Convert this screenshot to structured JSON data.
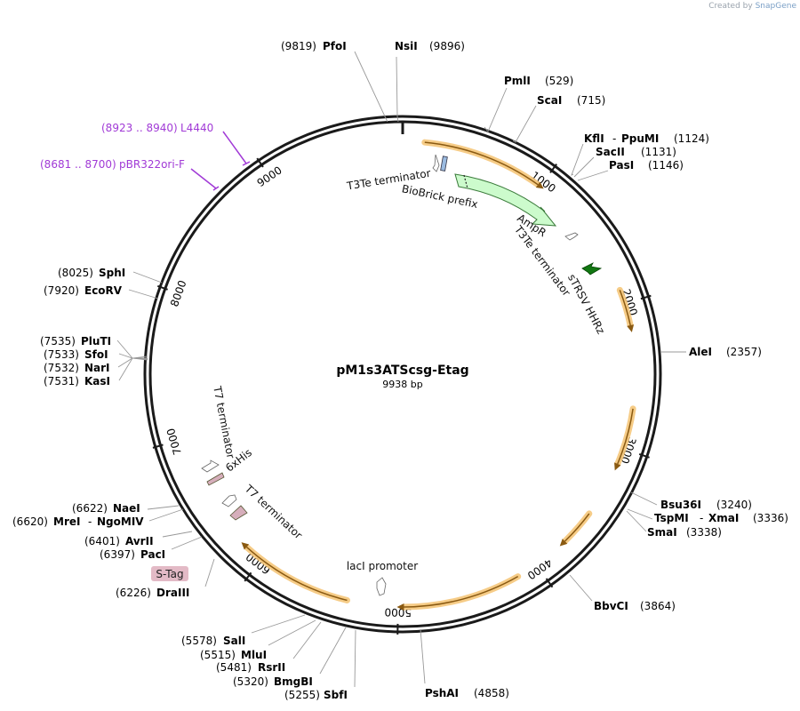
{
  "watermark": {
    "prefix": "Created by",
    "brand": "SnapGene"
  },
  "plasmid": {
    "name": "pM1s3ATScsg-Etag",
    "size_label": "9938 bp",
    "length": 9938
  },
  "ticks": [
    {
      "pos": 1000,
      "label": "1000"
    },
    {
      "pos": 2000,
      "label": "2000"
    },
    {
      "pos": 3000,
      "label": "3000"
    },
    {
      "pos": 4000,
      "label": "4000"
    },
    {
      "pos": 5000,
      "label": "5000"
    },
    {
      "pos": 6000,
      "label": "6000"
    },
    {
      "pos": 7000,
      "label": "7000"
    },
    {
      "pos": 8000,
      "label": "8000"
    },
    {
      "pos": 9000,
      "label": "9000"
    }
  ],
  "orfs": [
    {
      "start": 150,
      "end": 980
    },
    {
      "start": 1900,
      "end": 2150
    },
    {
      "start": 2720,
      "end": 3110
    },
    {
      "start": 3500,
      "end": 3750
    },
    {
      "start": 4150,
      "end": 4960
    },
    {
      "start": 5350,
      "end": 6130
    }
  ],
  "enzymes": [
    {
      "name": "PfoI",
      "num": "(9819)"
    },
    {
      "name": "NsiI",
      "num": "(9896)"
    },
    {
      "name": "PmlI",
      "num": "(529)"
    },
    {
      "name": "ScaI",
      "num": "(715)"
    },
    {
      "name": "KflI",
      "name2": "PpuMI",
      "num": "(1124)"
    },
    {
      "name": "SacII",
      "num": "(1131)"
    },
    {
      "name": "PasI",
      "num": "(1146)"
    },
    {
      "name": "AleI",
      "num": "(2357)"
    },
    {
      "name": "Bsu36I",
      "num": "(3240)"
    },
    {
      "name": "TspMI",
      "name2": "XmaI",
      "num": "(3336)"
    },
    {
      "name": "SmaI",
      "num": "(3338)"
    },
    {
      "name": "BbvCI",
      "num": "(3864)"
    },
    {
      "name": "PshAI",
      "num": "(4858)"
    },
    {
      "name": "SbfI",
      "num": "(5255)"
    },
    {
      "name": "BmgBI",
      "num": "(5320)"
    },
    {
      "name": "RsrII",
      "num": "(5481)"
    },
    {
      "name": "MluI",
      "num": "(5515)"
    },
    {
      "name": "SalI",
      "num": "(5578)"
    },
    {
      "name": "DraIII",
      "num": "(6226)"
    },
    {
      "name": "PacI",
      "num": "(6397)"
    },
    {
      "name": "AvrII",
      "num": "(6401)"
    },
    {
      "name": "MreI",
      "name2": "NgoMIV",
      "num": "(6620)"
    },
    {
      "name": "NaeI",
      "num": "(6622)"
    },
    {
      "name": "KasI",
      "num": "(7531)"
    },
    {
      "name": "NarI",
      "num": "(7532)"
    },
    {
      "name": "SfoI",
      "num": "(7533)"
    },
    {
      "name": "PluTI",
      "num": "(7535)"
    },
    {
      "name": "EcoRV",
      "num": "(7920)"
    },
    {
      "name": "SphI",
      "num": "(8025)"
    }
  ],
  "primers": [
    {
      "name": "L4440",
      "range": "(8923 .. 8940)"
    },
    {
      "name": "pBR322ori-F",
      "range": "(8681 .. 8700)"
    }
  ],
  "features": {
    "t3te_1": "T3Te terminator",
    "biobrick": "BioBrick prefix",
    "ampr": "AmpR",
    "t3te_2": "T3Te terminator",
    "strsv": "sTRSV HHRz",
    "laci": "lacI promoter",
    "t7_1": "T7 terminator",
    "sixhis": "6xHis",
    "t7_2": "T7 terminator",
    "stag": "S-Tag"
  },
  "colors": {
    "backbone": "#1a1a1a",
    "orf_glow": "#f5c77a",
    "orf_arrow": "#8a5a12",
    "ampr_fill": "#ccfbcc",
    "ampr_stroke": "#3a7a3a",
    "hhrz_fill": "#117711",
    "primer": "#a13ad6",
    "tag_fill": "#d6aebb",
    "stag_fill": "#e3bac6",
    "biobrick_fill": "#9bbbe0"
  }
}
